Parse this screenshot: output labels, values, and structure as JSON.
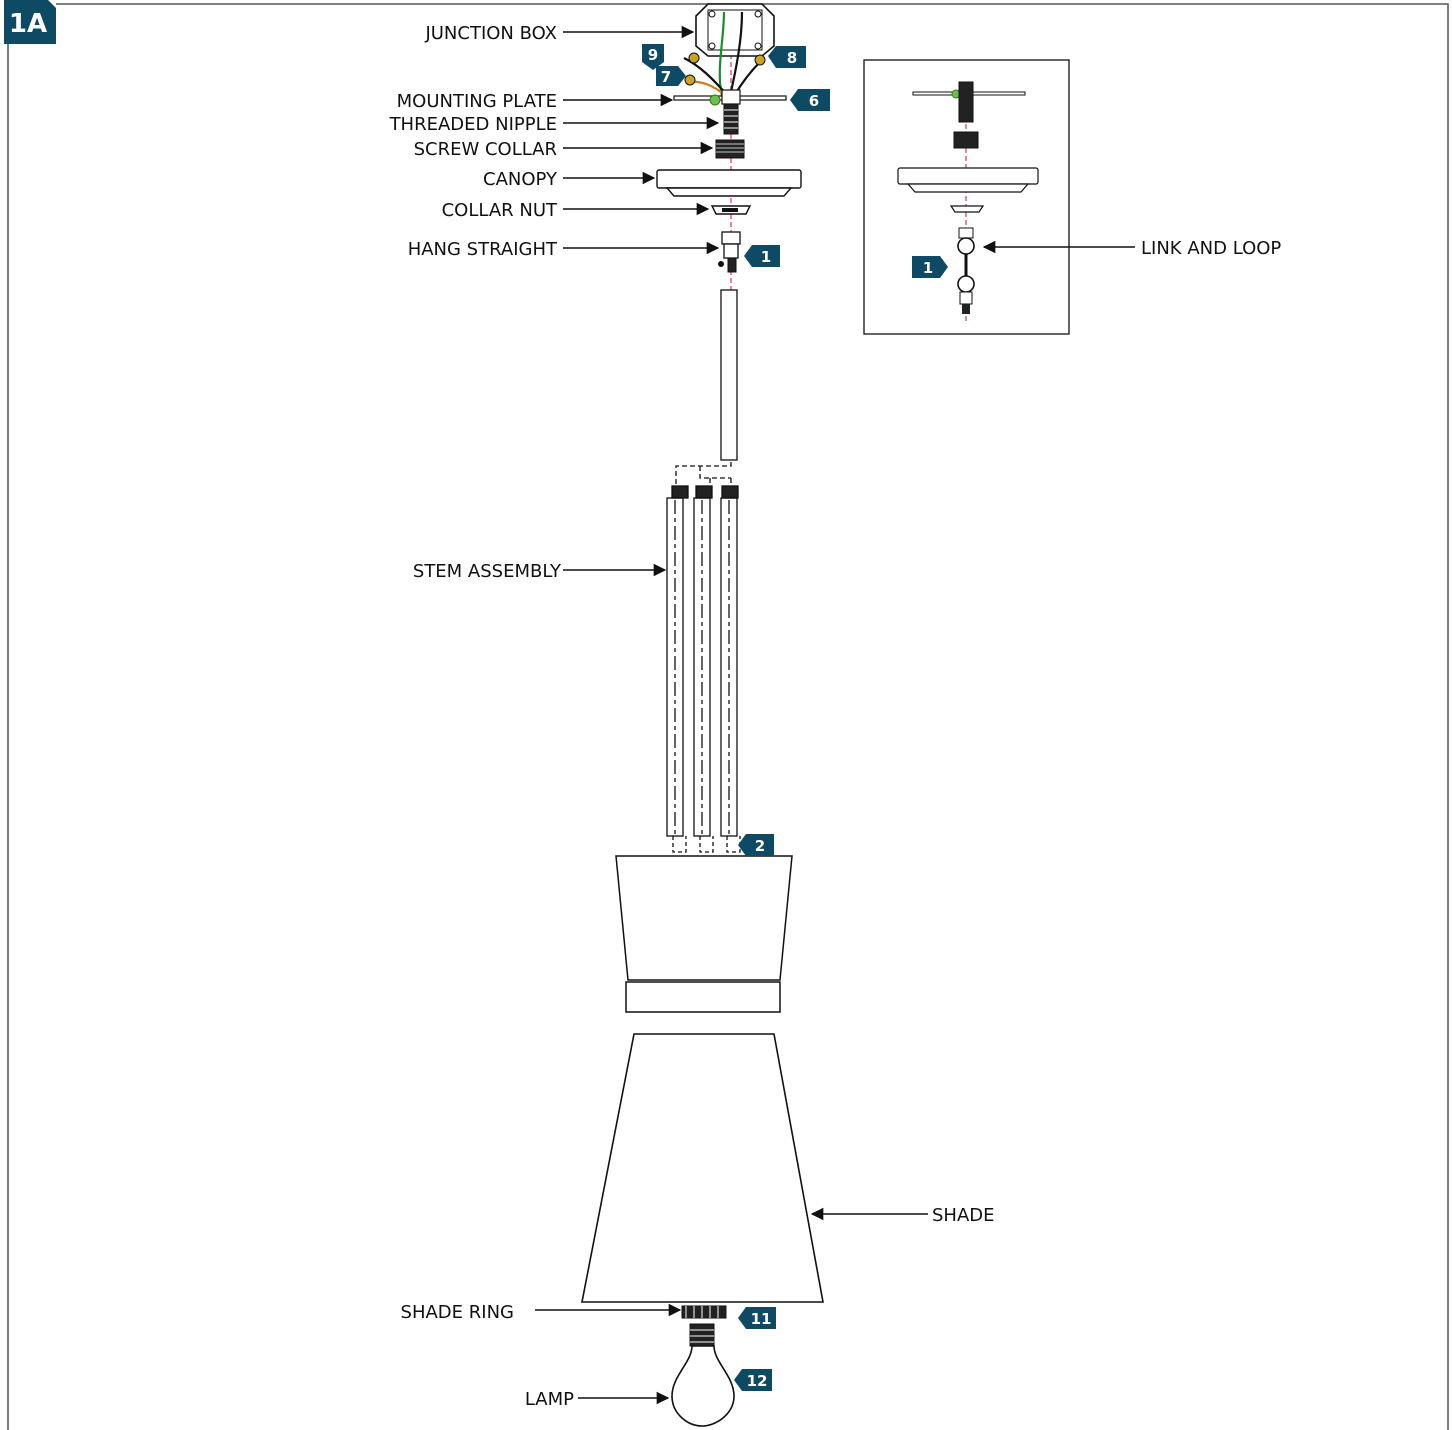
{
  "step": "1A",
  "colors": {
    "badge": "#0e4a63",
    "line": "#111111",
    "axis": "#e0345a",
    "wire_green": "#1e8a2e",
    "wire_orange": "#d07a1a",
    "wire_black": "#111111"
  },
  "labels": {
    "junction_box": "JUNCTION BOX",
    "mounting_plate": "MOUNTING PLATE",
    "threaded_nipple": "THREADED NIPPLE",
    "screw_collar": "SCREW COLLAR",
    "canopy": "CANOPY",
    "collar_nut": "COLLAR NUT",
    "hang_straight": "HANG STRAIGHT",
    "stem_assembly": "STEM ASSEMBLY",
    "shade": "SHADE",
    "shade_ring": "SHADE RING",
    "lamp": "LAMP",
    "link_and_loop": "LINK AND LOOP"
  },
  "tags": {
    "t9": "9",
    "t7": "7",
    "t8": "8",
    "t6": "6",
    "t1_main": "1",
    "t1_inset": "1",
    "t2": "2",
    "t11": "11",
    "t12": "12"
  }
}
